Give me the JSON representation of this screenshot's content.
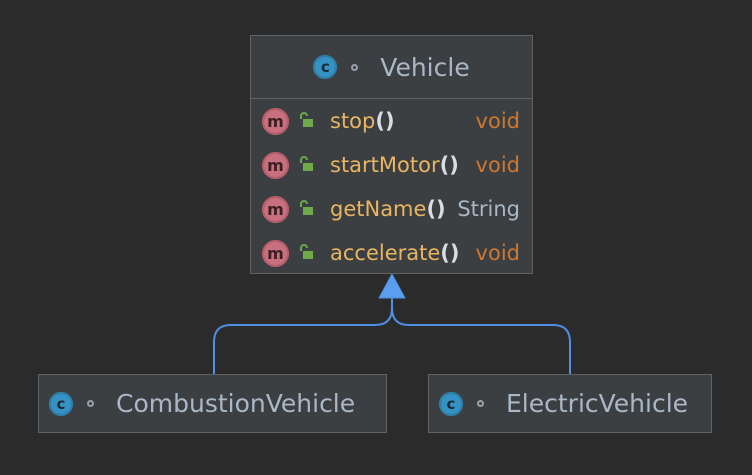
{
  "diagram": {
    "type": "uml-class-diagram",
    "edge_color": "#4f8ee0",
    "classes": {
      "vehicle": {
        "name": "Vehicle",
        "icon": "class-icon",
        "icon_letter": "c",
        "methods": [
          {
            "name": "stop",
            "parens": "()",
            "return_type": "void",
            "icon_letter": "m",
            "visibility": "public"
          },
          {
            "name": "startMotor",
            "parens": "()",
            "return_type": "void",
            "icon_letter": "m",
            "visibility": "public"
          },
          {
            "name": "getName",
            "parens": "()",
            "return_type": "String",
            "icon_letter": "m",
            "visibility": "public"
          },
          {
            "name": "accelerate",
            "parens": "()",
            "return_type": "void",
            "icon_letter": "m",
            "visibility": "public"
          }
        ]
      },
      "combustion": {
        "name": "CombustionVehicle",
        "icon": "class-icon",
        "icon_letter": "c"
      },
      "electric": {
        "name": "ElectricVehicle",
        "icon": "class-icon",
        "icon_letter": "c"
      }
    },
    "relations": [
      {
        "from": "CombustionVehicle",
        "to": "Vehicle",
        "kind": "generalization"
      },
      {
        "from": "ElectricVehicle",
        "to": "Vehicle",
        "kind": "generalization"
      }
    ]
  }
}
